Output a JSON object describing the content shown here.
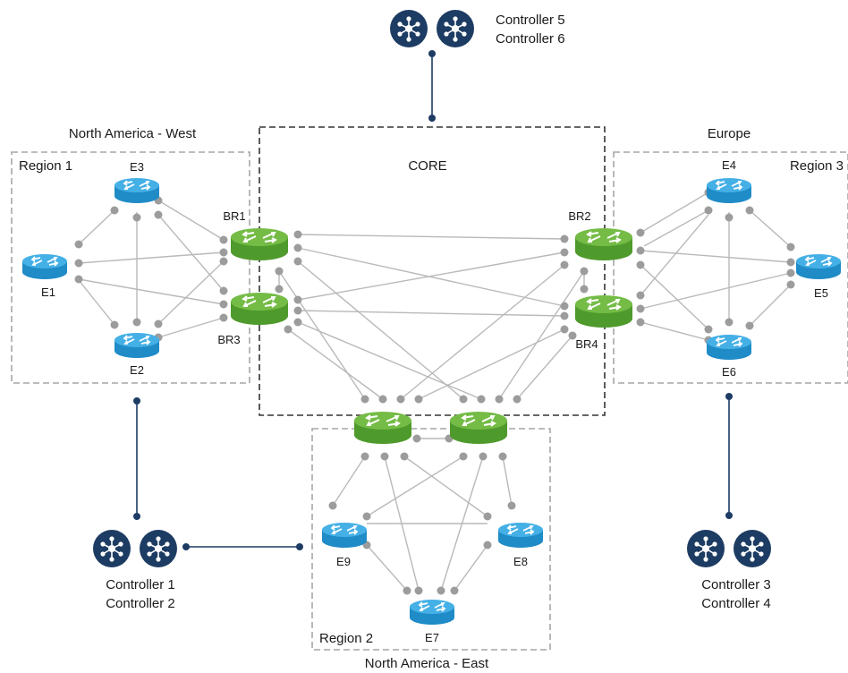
{
  "regions": {
    "north_america_west": {
      "title": "North America - West",
      "name": "Region 1"
    },
    "europe": {
      "title": "Europe",
      "name": "Region 3"
    },
    "north_america_east": {
      "title": "North America - East",
      "name": "Region 2"
    },
    "core": {
      "title": "CORE"
    }
  },
  "routers": {
    "border": {
      "br1": "BR1",
      "br2": "BR2",
      "br3": "BR3",
      "br4": "BR4"
    },
    "edge": {
      "e1": "E1",
      "e2": "E2",
      "e3": "E3",
      "e4": "E4",
      "e5": "E5",
      "e6": "E6",
      "e7": "E7",
      "e8": "E8",
      "e9": "E9"
    }
  },
  "controllers": {
    "group_top": {
      "line1": "Controller 5",
      "line2": "Controller 6"
    },
    "group_left": {
      "line1": "Controller 1",
      "line2": "Controller 2"
    },
    "group_right": {
      "line1": "Controller 3",
      "line2": "Controller 4"
    }
  },
  "colors": {
    "border_router": "#6db33f",
    "edge_router": "#3aa6dd",
    "controller": "#1d3c63",
    "link": "#b9b9b9",
    "port": "#9c9c9c"
  },
  "icons": {
    "router": "router-icon",
    "controller": "controller-icon"
  }
}
